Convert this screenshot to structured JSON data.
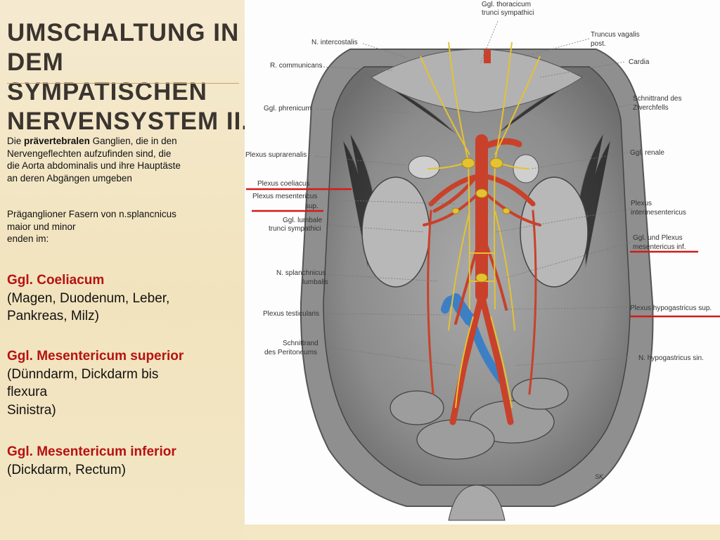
{
  "slide": {
    "title_lines": [
      "Umschaltung in",
      "dem sympatischen",
      "Nervensystem II."
    ],
    "intro": {
      "before": "Die ",
      "bold": "prävertebralen",
      "after_lines": [
        " Ganglien, die in den",
        "Nervengeflechten aufzufinden sind, die",
        "die Aorta abdominalis und ihre Hauptäste",
        "an deren Abgängen umgeben"
      ]
    },
    "fibers_lines": [
      "Präganglioner Fasern von n.splancnicus",
      "maior und minor",
      "enden im:"
    ],
    "ganglia": [
      {
        "name": "Ggl. Coeliacum",
        "organ_lines": [
          "(Magen, Duodenum, Leber,",
          "Pankreas, Milz)"
        ]
      },
      {
        "name": "Ggl. Mesentericum superior",
        "organ_lines": [
          "(Dünndarm, Dickdarm bis",
          "flexura",
          "Sinistra)"
        ]
      },
      {
        "name": "Ggl. Mesentericum inferior",
        "organ_lines": [
          "(Dickdarm, Rectum)"
        ]
      }
    ]
  },
  "figure": {
    "labels_left": [
      "N. intercostalis",
      "R. communicans",
      "Ggl. phrenicum",
      "Plexus suprarenalis",
      "Plexus coeliacus",
      "Plexus mesentericus",
      "sup.",
      "Ggl. lumbale",
      "trunci sympathici",
      "N. splanchnicus",
      "lumbalis",
      "Plexus testicularis",
      "Schnittrand",
      "des Peritoneums"
    ],
    "labels_top": [
      "Ggl. thoracicum",
      "trunci sympathici"
    ],
    "labels_right": [
      "Truncus vagalis",
      "post.",
      "Cardia",
      "Schnittrand des",
      "Zwerchfells",
      "Ggl. renale",
      "Plexus",
      "intermesentericus",
      "Ggl. und Plexus",
      "mesentericus inf.",
      "Plexus hypogastricus sup.",
      "N. hypogastricus sin."
    ],
    "signature": "SK"
  },
  "colors": {
    "background": "#f3e7c4",
    "title": "#3b3530",
    "heading": "#b51212",
    "artery": "#c9412a",
    "vein": "#3d7fc4",
    "nerve": "#e5c232",
    "underline": "#d41a1a"
  }
}
